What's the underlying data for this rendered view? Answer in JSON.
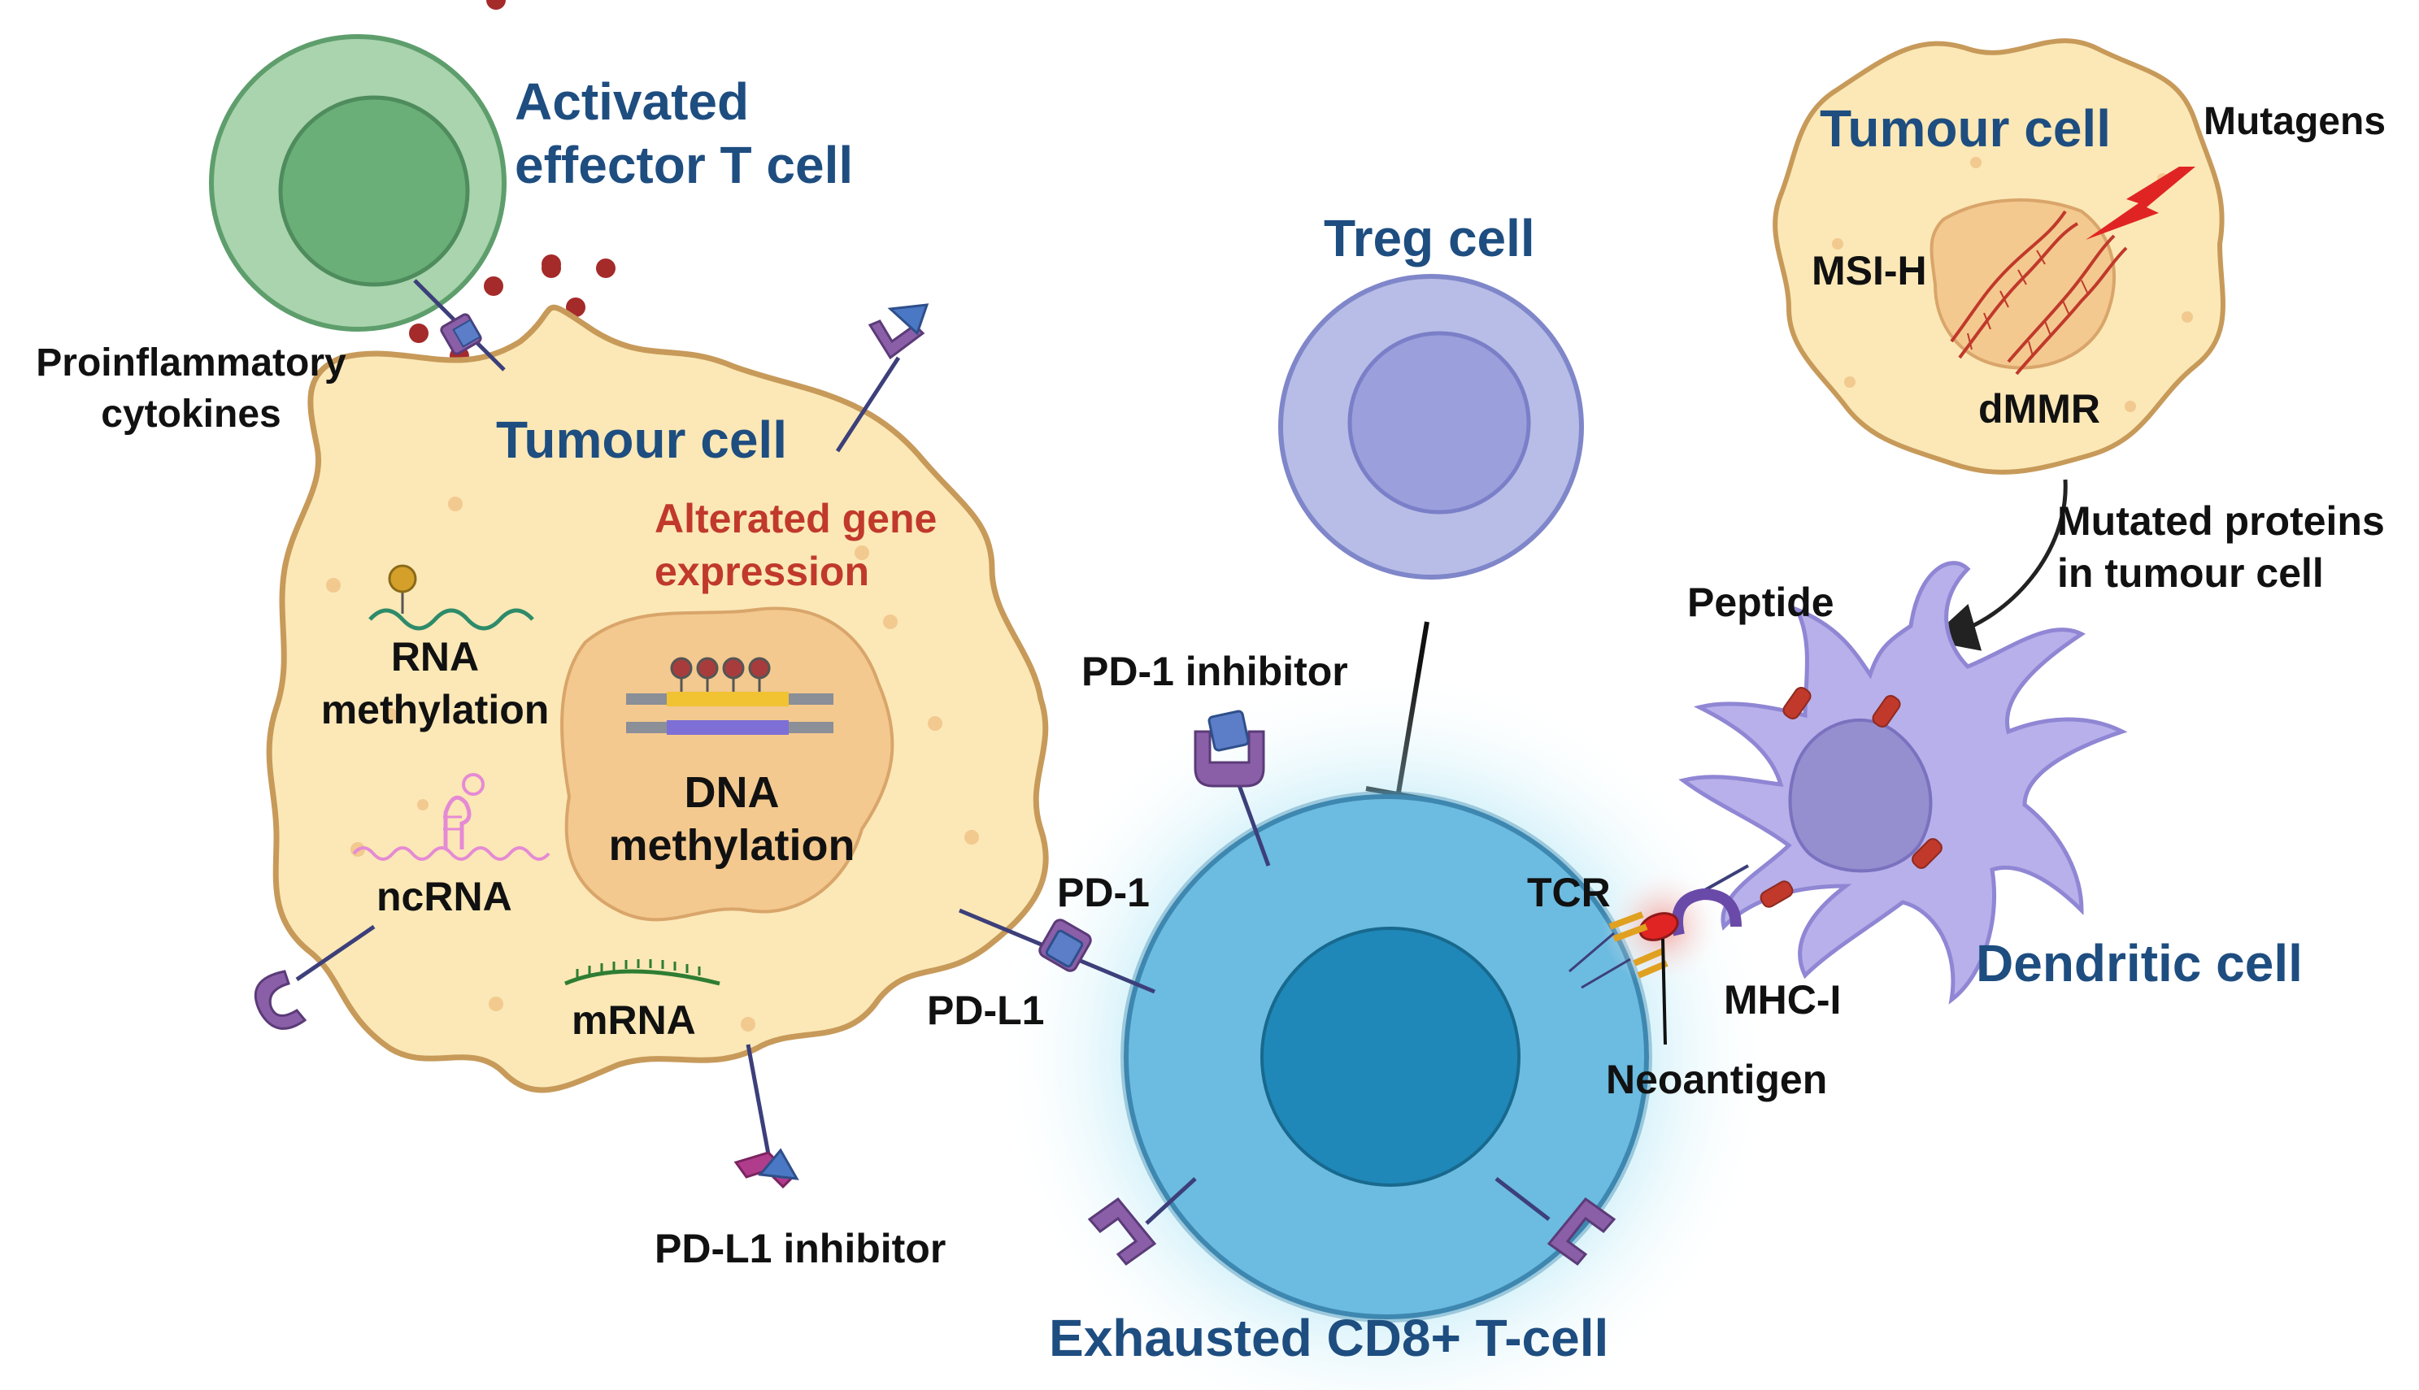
{
  "labels": {
    "activated_t_cell": [
      "Activated",
      "effector T cell"
    ],
    "proinflammatory": [
      "Proinflammatory",
      "cytokines"
    ],
    "tumour_cell_main": "Tumour cell",
    "altered_gene": [
      "Alterated gene",
      "expression"
    ],
    "rna_methylation": [
      "RNA",
      "methylation"
    ],
    "dna_methylation": [
      "DNA",
      "methylation"
    ],
    "ncrna": "ncRNA",
    "mrna": "mRNA",
    "pd1_inhibitor": "PD-1 inhibitor",
    "pd1": "PD-1",
    "pdl1": "PD-L1",
    "pdl1_inhibitor": "PD-L1 inhibitor",
    "treg_cell": "Treg cell",
    "exhausted_cd8": "Exhausted CD8+ T-cell",
    "tumour_cell_small": "Tumour cell",
    "mutagens": "Mutagens",
    "msi_h": "MSI-H",
    "dmmr": "dMMR",
    "mutated_proteins": [
      "Mutated proteins",
      "in tumour cell"
    ],
    "peptide": "Peptide",
    "tcr": "TCR",
    "mhc1": "MHC-I",
    "neoantigen": "Neoantigen",
    "dendritic_cell": "Dendritic cell"
  },
  "colors": {
    "label_blue": "#1e4d80",
    "label_red": "#c0392b",
    "tumour_fill": "#fbe8b6",
    "tumour_edge": "#c79a5a",
    "nucleus_fill": "#f3c98f",
    "t_cell_green": "#a9d4ad",
    "treg_purple": "#9b9fdc",
    "cd8_blue": "#6cbbe0",
    "dendritic_purple": "#b7b0ea",
    "receptor_purple": "#8a5fa8",
    "cytokine_red": "#a52a2a"
  }
}
